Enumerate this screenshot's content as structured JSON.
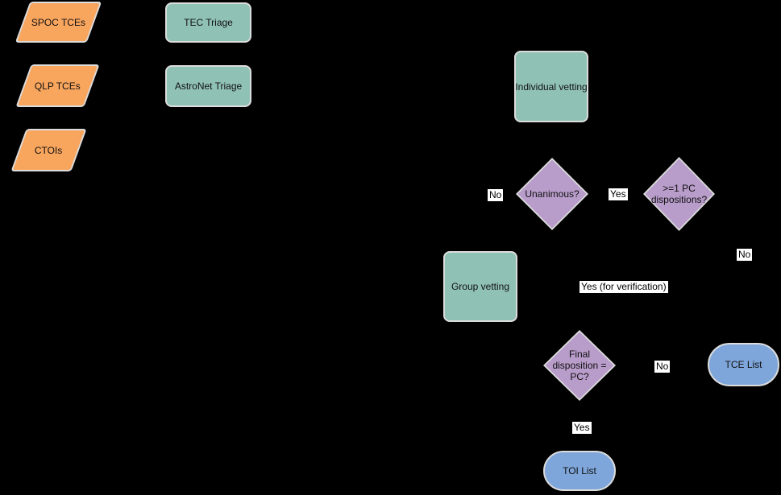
{
  "diagram": {
    "background_color": "#000000",
    "text_color": "#111111",
    "border_color": "#dcdcdc",
    "palette": {
      "input_fill": "#f8a55e",
      "process_fill": "#90c1b5",
      "decision_fill": "#b89cca",
      "terminal_fill": "#7ea6db",
      "edge_label_bg": "#ffffff"
    },
    "nodes": [
      {
        "id": "spoc-tces",
        "shape": "parallelogram",
        "label": "SPOC TCEs"
      },
      {
        "id": "qlp-tces",
        "shape": "parallelogram",
        "label": "QLP TCEs"
      },
      {
        "id": "ctois",
        "shape": "parallelogram",
        "label": "CTOIs"
      },
      {
        "id": "tec-triage",
        "shape": "rounded-rect",
        "label": "TEC Triage"
      },
      {
        "id": "astronet-triage",
        "shape": "rounded-rect",
        "label": "AstroNet Triage"
      },
      {
        "id": "individual-vetting",
        "shape": "rounded-rect",
        "label": "Individual vetting"
      },
      {
        "id": "unanimous",
        "shape": "diamond",
        "label": "Unanimous?"
      },
      {
        "id": "pc-dispositions",
        "shape": "diamond",
        "label": ">=1 PC dispositions?"
      },
      {
        "id": "group-vetting",
        "shape": "rounded-rect",
        "label": "Group vetting"
      },
      {
        "id": "final-disposition",
        "shape": "diamond",
        "label": "Final disposition = PC?"
      },
      {
        "id": "tce-list",
        "shape": "stadium",
        "label": "TCE List"
      },
      {
        "id": "toi-list",
        "shape": "stadium",
        "label": "TOI List"
      }
    ],
    "edge_labels": [
      {
        "id": "unanimous-no",
        "text": "No"
      },
      {
        "id": "unanimous-yes",
        "text": "Yes"
      },
      {
        "id": "pc-dispositions-no",
        "text": "No"
      },
      {
        "id": "pc-dispositions-yes",
        "text": "Yes (for verification)"
      },
      {
        "id": "final-disposition-no",
        "text": "No"
      },
      {
        "id": "final-disposition-yes",
        "text": "Yes"
      }
    ]
  }
}
